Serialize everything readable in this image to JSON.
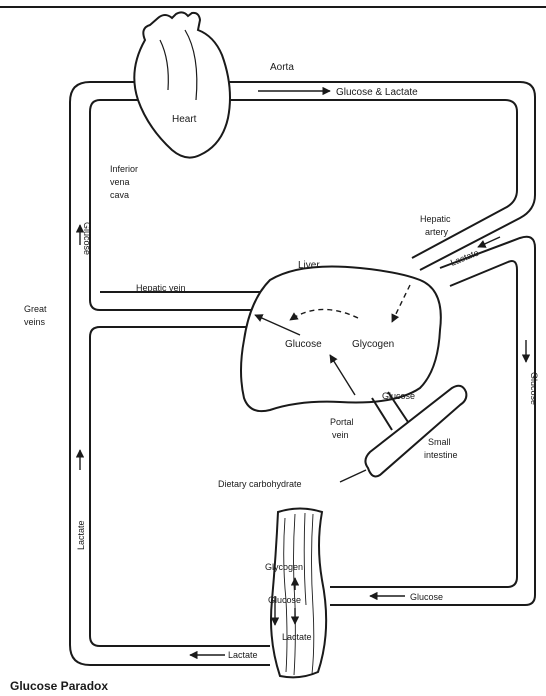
{
  "title": "Glucose Paradox",
  "labels": {
    "aorta": "Aorta",
    "glucose_lactate": "Glucose & Lactate",
    "heart": "Heart",
    "inferior_vena_cava": [
      "Inferior",
      "vena",
      "cava"
    ],
    "glucose_left_vessel": "Glucose",
    "hepatic_artery": [
      "Hepatic",
      "artery"
    ],
    "lactate_hepatic_artery": "Lactate",
    "liver": "Liver",
    "great_veins": [
      "Great",
      "veins"
    ],
    "hepatic_vein": "Hepatic vein",
    "glucose_liver": "Glucose",
    "glycogen_liver": "Glycogen",
    "glucose_right_vessel": "Glucose",
    "glucose_portal": "Glucose",
    "portal_vein": [
      "Portal",
      "vein"
    ],
    "small_intestine": [
      "Small",
      "intestine"
    ],
    "dietary_carbohydrate": "Dietary carbohydrate",
    "lactate_left_vessel": "Lactate",
    "glycogen_muscle": "Glycogen",
    "glucose_muscle": "Glucose",
    "lactate_muscle": "Lactate",
    "glucose_bottom_vessel": "Glucose",
    "lactate_bottom_vessel": "Lactate"
  }
}
